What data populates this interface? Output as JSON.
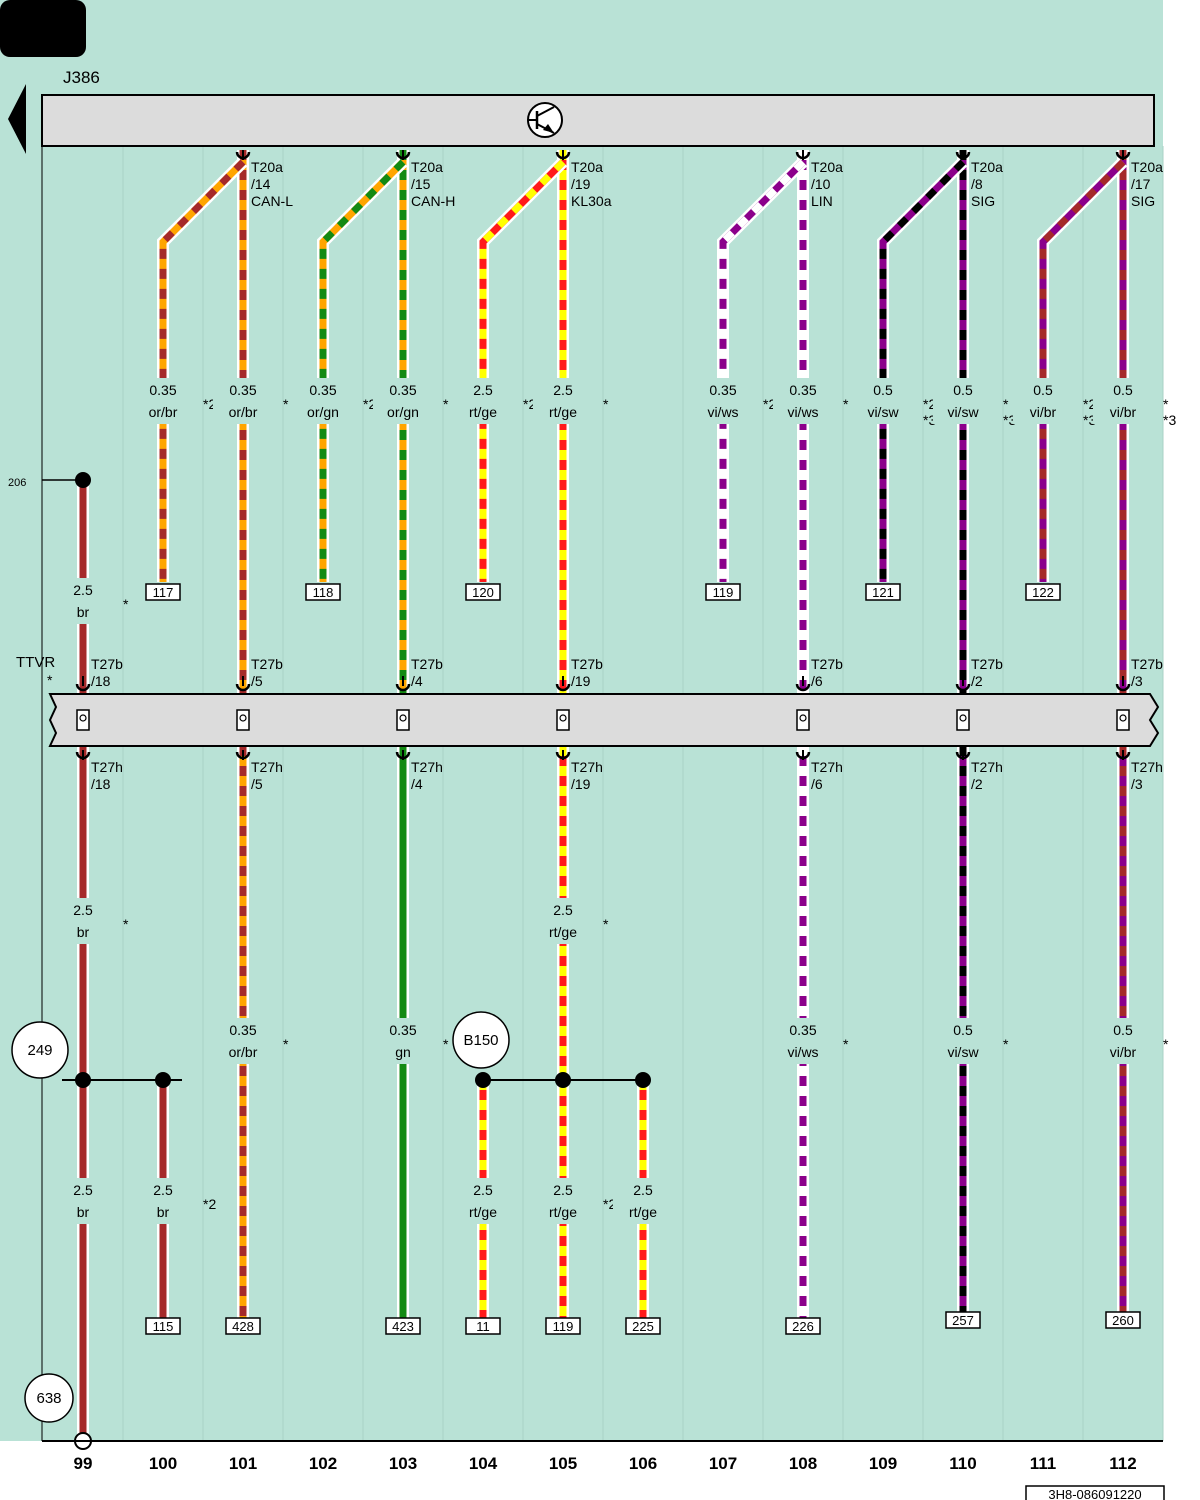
{
  "colors": {
    "background": "#b9e2d6",
    "connector_fill": "#dcdcdc",
    "br": "#a52a2a",
    "or": "#ffa500",
    "gn": "#138a13",
    "rt": "#ff1a1a",
    "ge": "#ffff00",
    "vi": "#8b008b",
    "ws": "#ffffff",
    "sw": "#000000"
  },
  "module": {
    "label": "J386",
    "symbol": "transistor-icon"
  },
  "ttvr_label": "TTVR",
  "ttvr_star": "*",
  "bottom_ref": "3H8-086091220",
  "side_ref": "206",
  "circle_refs": [
    "249",
    "638",
    "B150"
  ],
  "columns": [
    "99",
    "100",
    "101",
    "102",
    "103",
    "104",
    "105",
    "106",
    "107",
    "108",
    "109",
    "110",
    "111",
    "112"
  ],
  "pins_top": [
    {
      "col": "101",
      "line1": "T20a",
      "line2": "/14",
      "line3": "CAN-L"
    },
    {
      "col": "103",
      "line1": "T20a",
      "line2": "/15",
      "line3": "CAN-H"
    },
    {
      "col": "105",
      "line1": "T20a",
      "line2": "/19",
      "line3": "KL30a"
    },
    {
      "col": "108",
      "line1": "T20a",
      "line2": "/10",
      "line3": "LIN"
    },
    {
      "col": "110",
      "line1": "T20a",
      "line2": "/8",
      "line3": "SIG"
    },
    {
      "col": "112",
      "line1": "T20a",
      "line2": "/17",
      "line3": "SIG"
    }
  ],
  "pins_t27b": [
    {
      "col": "99",
      "line1": "T27b",
      "line2": "/18"
    },
    {
      "col": "101",
      "line1": "T27b",
      "line2": "/5"
    },
    {
      "col": "103",
      "line1": "T27b",
      "line2": "/4"
    },
    {
      "col": "105",
      "line1": "T27b",
      "line2": "/19"
    },
    {
      "col": "108",
      "line1": "T27b",
      "line2": "/6"
    },
    {
      "col": "110",
      "line1": "T27b",
      "line2": "/2"
    },
    {
      "col": "112",
      "line1": "T27b",
      "line2": "/3"
    }
  ],
  "pins_t27h": [
    {
      "col": "99",
      "line1": "T27h",
      "line2": "/18"
    },
    {
      "col": "101",
      "line1": "T27h",
      "line2": "/5"
    },
    {
      "col": "103",
      "line1": "T27h",
      "line2": "/4"
    },
    {
      "col": "105",
      "line1": "T27h",
      "line2": "/19"
    },
    {
      "col": "108",
      "line1": "T27h",
      "line2": "/6"
    },
    {
      "col": "110",
      "line1": "T27h",
      "line2": "/2"
    },
    {
      "col": "112",
      "line1": "T27h",
      "line2": "/3"
    }
  ],
  "wire_labels": [
    {
      "col": "100",
      "size": "0.35",
      "color": "or/br",
      "note": "*2"
    },
    {
      "col": "101",
      "size": "0.35",
      "color": "or/br",
      "note": "*"
    },
    {
      "col": "102",
      "size": "0.35",
      "color": "or/gn",
      "note": "*2"
    },
    {
      "col": "103",
      "size": "0.35",
      "color": "or/gn",
      "note": "*"
    },
    {
      "col": "104",
      "size": "2.5",
      "color": "rt/ge",
      "note": "*2"
    },
    {
      "col": "105",
      "size": "2.5",
      "color": "rt/ge",
      "note": "*"
    },
    {
      "col": "107",
      "size": "0.35",
      "color": "vi/ws",
      "note": "*2"
    },
    {
      "col": "108",
      "size": "0.35",
      "color": "vi/ws",
      "note": "*"
    },
    {
      "col": "109",
      "size": "0.5",
      "color": "vi/sw",
      "note": "*2",
      "note2": "*3"
    },
    {
      "col": "110",
      "size": "0.5",
      "color": "vi/sw",
      "note": "*",
      "note2": "*3"
    },
    {
      "col": "111",
      "size": "0.5",
      "color": "vi/br",
      "note": "*2",
      "note2": "*3"
    },
    {
      "col": "112",
      "size": "0.5",
      "color": "vi/br",
      "note": "*",
      "note2": "*3"
    },
    {
      "col": "99",
      "size": "2.5",
      "color": "br",
      "note": "*"
    },
    {
      "col": "99",
      "size": "2.5",
      "color": "br",
      "note": "*"
    },
    {
      "col": "105",
      "size": "2.5",
      "color": "rt/ge",
      "note": "*"
    },
    {
      "col": "101",
      "size": "0.35",
      "color": "or/br",
      "note": "*"
    },
    {
      "col": "103",
      "size": "0.35",
      "color": "gn",
      "note": "*"
    },
    {
      "col": "108",
      "size": "0.35",
      "color": "vi/ws",
      "note": "*"
    },
    {
      "col": "110",
      "size": "0.5",
      "color": "vi/sw",
      "note": "*"
    },
    {
      "col": "112",
      "size": "0.5",
      "color": "vi/br",
      "note": "*"
    },
    {
      "col": "99",
      "size": "2.5",
      "color": "br",
      "note": ""
    },
    {
      "col": "100",
      "size": "2.5",
      "color": "br",
      "note": "*2"
    },
    {
      "col": "104",
      "size": "2.5",
      "color": "rt/ge",
      "note": ""
    },
    {
      "col": "105",
      "size": "2.5",
      "color": "rt/ge",
      "note": "*2"
    },
    {
      "col": "106",
      "size": "2.5",
      "color": "rt/ge",
      "note": ""
    }
  ],
  "ref_boxes_mid": [
    "117",
    "118",
    "120",
    "119",
    "121",
    "122"
  ],
  "ref_boxes_bottom": [
    "115",
    "428",
    "423",
    "11",
    "119",
    "225",
    "226",
    "257",
    "260"
  ]
}
